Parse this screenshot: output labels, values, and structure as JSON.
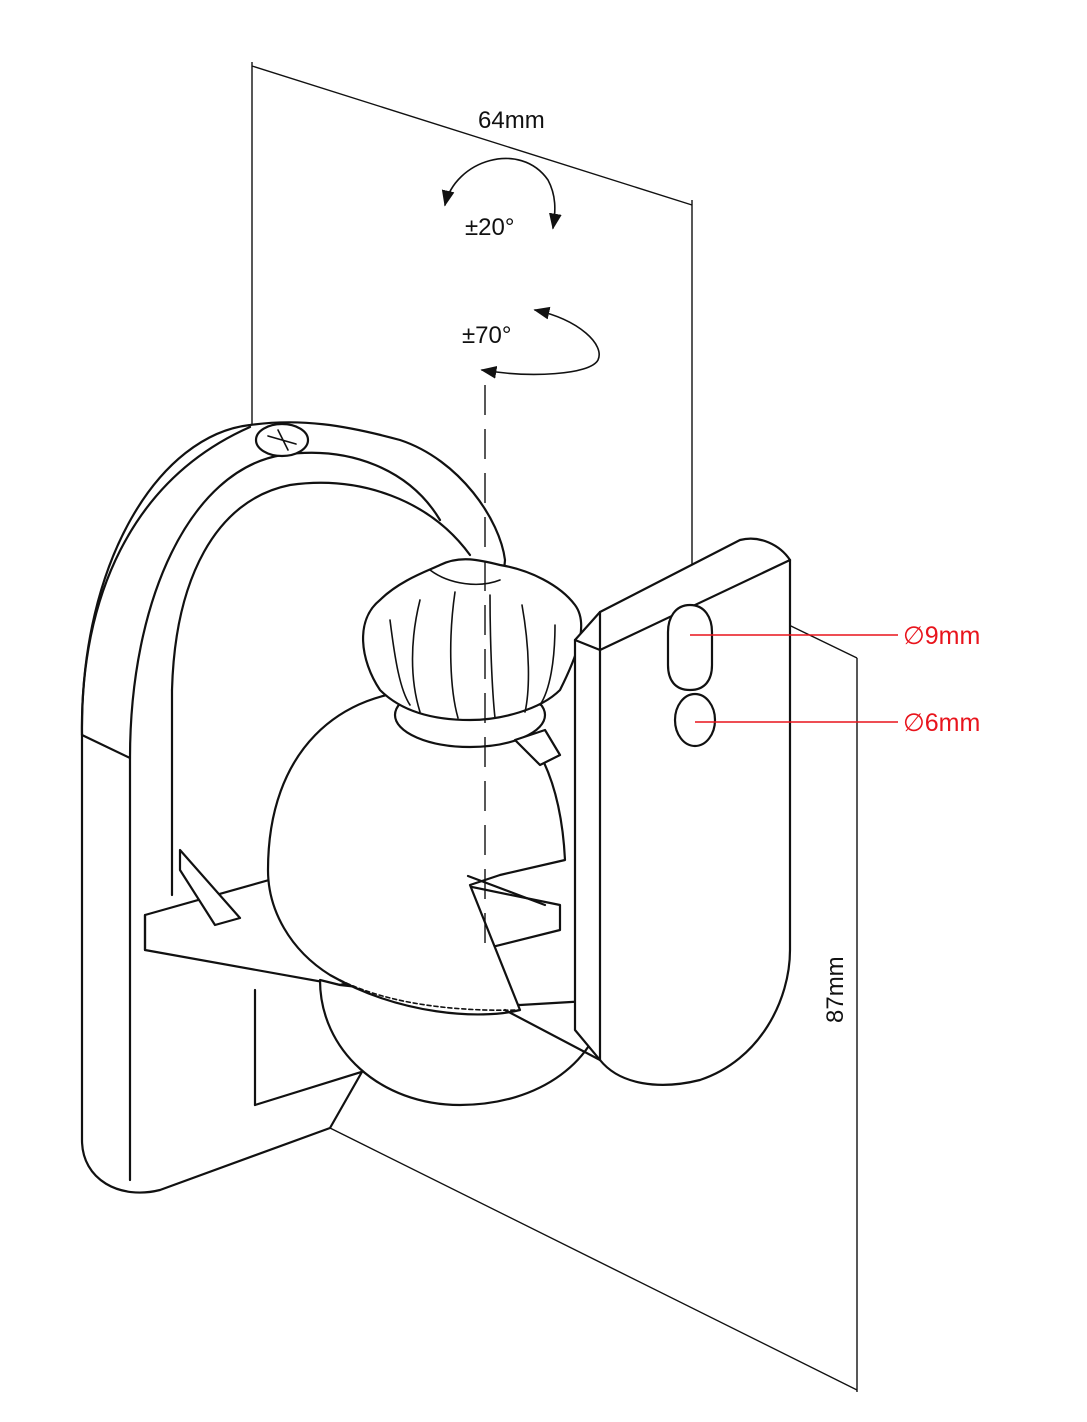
{
  "dimensions": {
    "width_label": "64mm",
    "height_label": "87mm",
    "tilt_label": "±20°",
    "swivel_label": "±70°",
    "hole_large_label": "∅9mm",
    "hole_small_label": "∅6mm"
  },
  "colors": {
    "line": "#111111",
    "callout": "#e8141c",
    "background": "#ffffff"
  }
}
